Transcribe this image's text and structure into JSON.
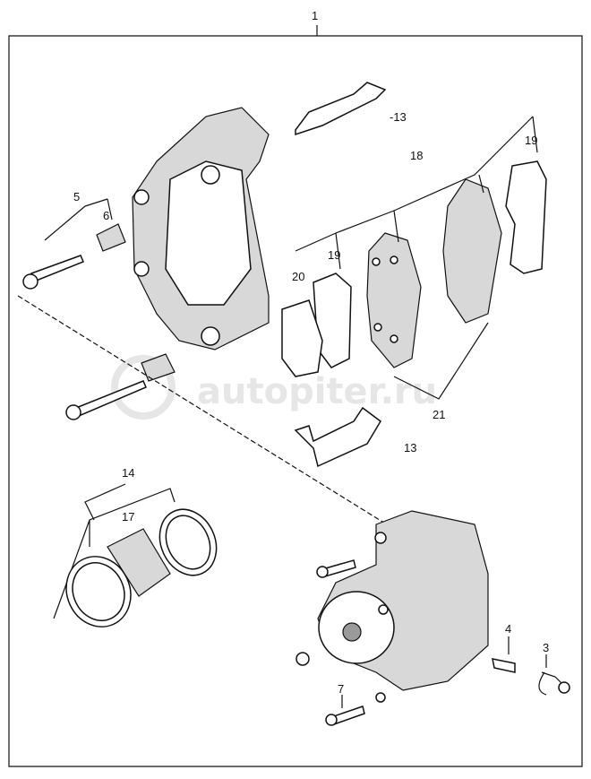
{
  "watermark": "autopiter.ru",
  "labels": {
    "assembly": "1",
    "clip_top": "-13",
    "pad_kit": "18",
    "shim_right": "19",
    "pin_set": "5",
    "boot": "6",
    "shim_plate": "20",
    "shim_left": "19",
    "pad_pair": "21",
    "clip_bottom": "13",
    "seal_kit": "14",
    "piston": "17",
    "bleeder": "4",
    "cap": "3",
    "bolt": "7"
  }
}
